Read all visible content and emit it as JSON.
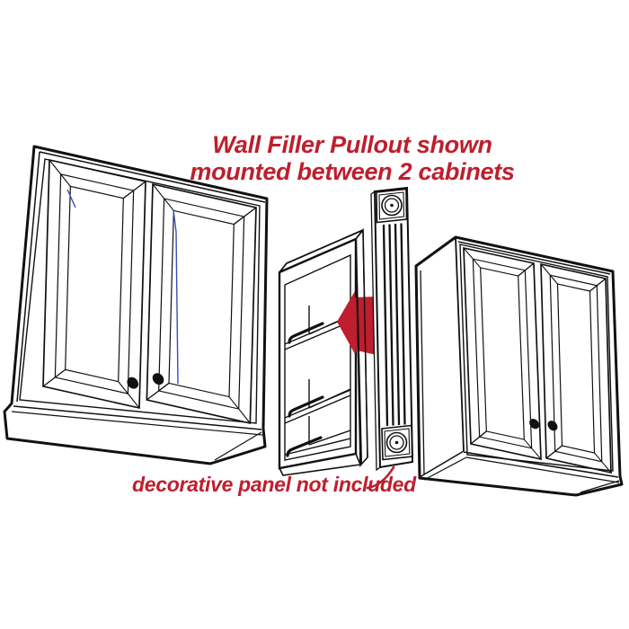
{
  "title": {
    "line1": "Wall Filler Pullout shown",
    "line2": "mounted between 2 cabinets"
  },
  "caption": {
    "text": "decorative panel not included"
  },
  "colors": {
    "annotation_red": "#be1e2d",
    "arrow_red": "#be1e2d",
    "line_black": "#111111",
    "accent_blue": "#3b4db8",
    "background": "#ffffff"
  },
  "illustration": {
    "left_cabinet_doors": 2,
    "right_cabinet_doors": 2,
    "left_cabinet_knobs": 2,
    "right_cabinet_knobs": 2,
    "pullout_shelves": 3,
    "panel_flutes": 4,
    "panel_rosettes": 2
  }
}
